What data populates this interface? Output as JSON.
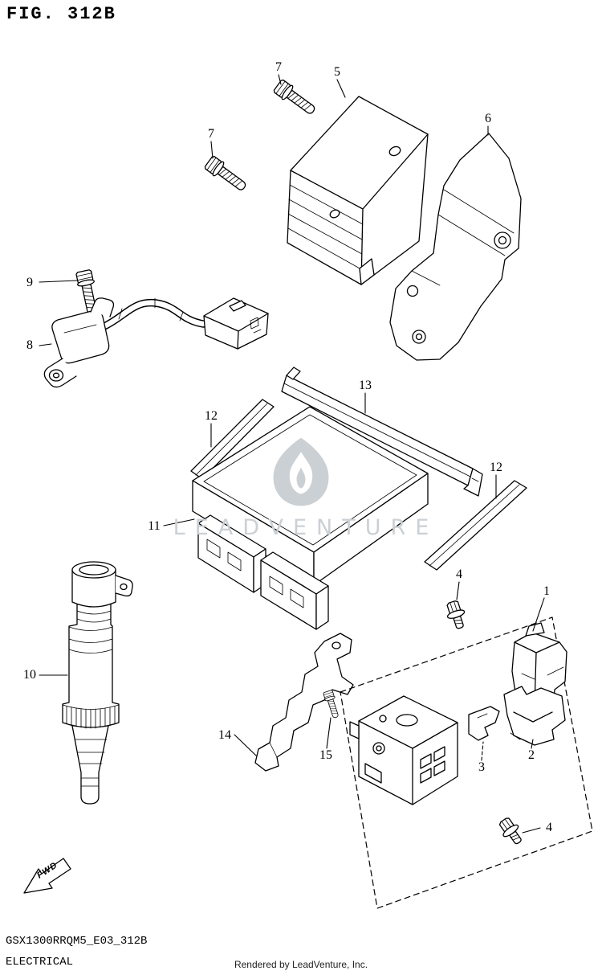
{
  "header": {
    "figure_title": "FIG. 312B"
  },
  "watermark": {
    "text": "LEADVENTURE",
    "logo_icon": "flame-shield-logo"
  },
  "fwd_marker": {
    "label": "FWD"
  },
  "footer": {
    "model_code": "GSX1300RRQM5_E03_312B",
    "section": "ELECTRICAL",
    "rendered_by": "Rendered by LeadVenture, Inc."
  },
  "colors": {
    "line_art": "#000000",
    "watermark": "#cbd0d4",
    "background": "#ffffff"
  },
  "callouts": [
    {
      "text": "7"
    },
    {
      "text": "5"
    },
    {
      "text": "6"
    },
    {
      "text": "7"
    },
    {
      "text": "9"
    },
    {
      "text": "8"
    },
    {
      "text": "13"
    },
    {
      "text": "12"
    },
    {
      "text": "12"
    },
    {
      "text": "11"
    },
    {
      "text": "4"
    },
    {
      "text": "1"
    },
    {
      "text": "10"
    },
    {
      "text": "14"
    },
    {
      "text": "15"
    },
    {
      "text": "2"
    },
    {
      "text": "3"
    },
    {
      "text": "4"
    }
  ]
}
